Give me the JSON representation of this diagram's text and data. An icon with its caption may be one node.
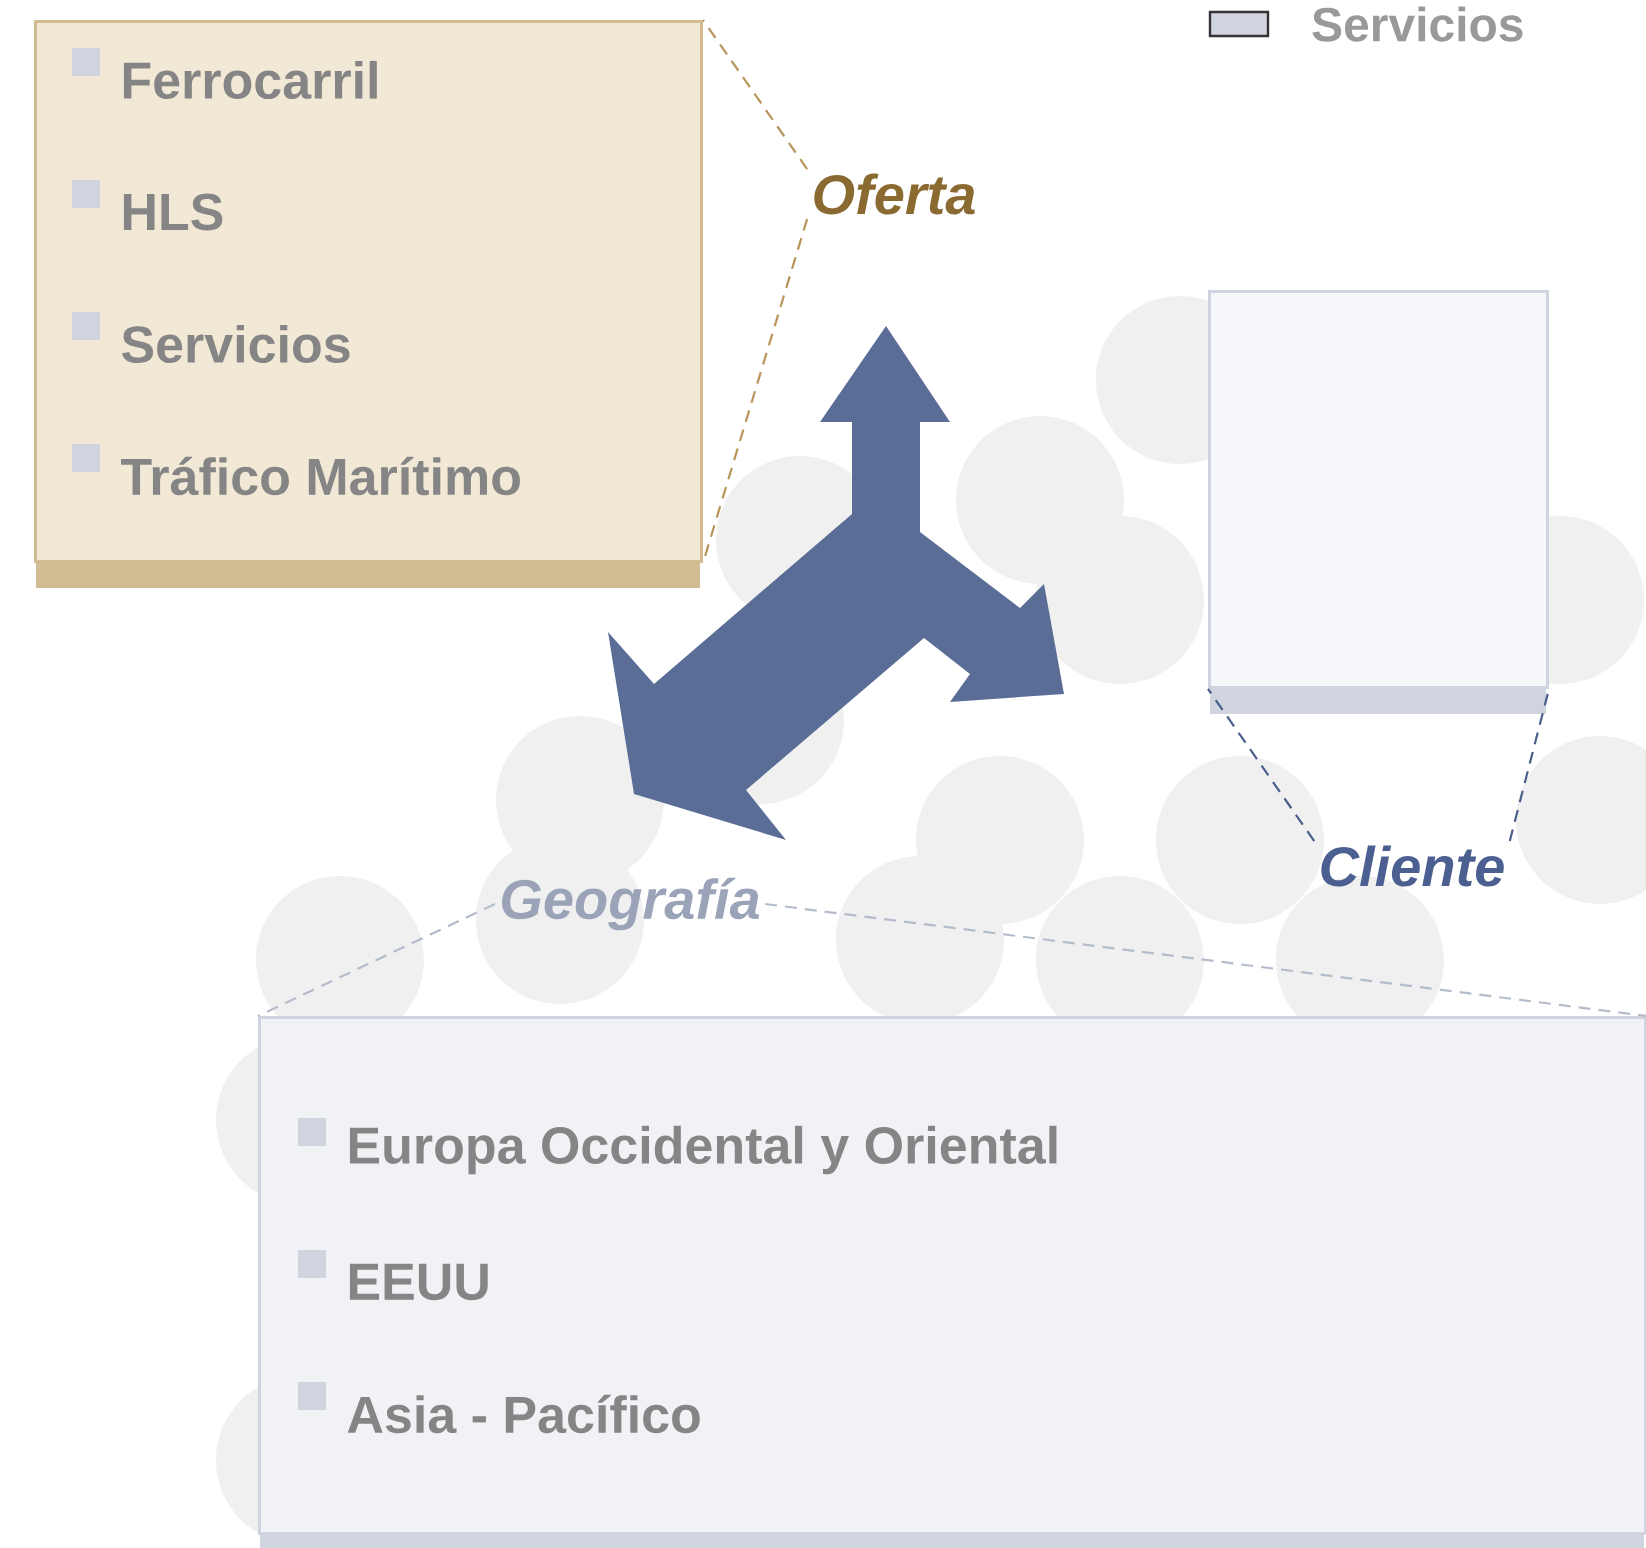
{
  "diagram": {
    "nodes": [
      {
        "text": [
          "Ferrocarril",
          "HLS",
          "Servicios",
          "Tráfico Marítimo"
        ]
      },
      {
        "text": [
          "Oferta"
        ]
      },
      {
        "text": [],
        "shape": "box"
      },
      {
        "text": [
          "Cliente"
        ]
      },
      {
        "text": [
          "Geografía"
        ]
      },
      {
        "text": [
          "Europa Occidental y Oriental",
          "EEUU",
          "Asia - Pacífico"
        ]
      }
    ],
    "edges": [
      {
        "from": 1,
        "to": 0,
        "arrow": "none",
        "style": "dashed",
        "color": "#b8955a"
      },
      {
        "from": 1,
        "to": 0,
        "arrow": "none",
        "style": "dashed",
        "color": "#b8955a"
      },
      {
        "from": 3,
        "to": 2,
        "arrow": "none",
        "style": "dashed",
        "color": "#4a5f8c"
      },
      {
        "from": 3,
        "to": 2,
        "arrow": "none",
        "style": "dashed",
        "color": "#4a5f8c"
      },
      {
        "from": 4,
        "to": 5,
        "arrow": "none",
        "style": "dashed",
        "color": "#b4bccb"
      },
      {
        "from": 4,
        "to": 5,
        "arrow": "none",
        "style": "dashed",
        "color": "#b4bccb"
      }
    ],
    "legend": [
      {
        "text": "Servicios",
        "color": "#d0d4de"
      }
    ]
  }
}
